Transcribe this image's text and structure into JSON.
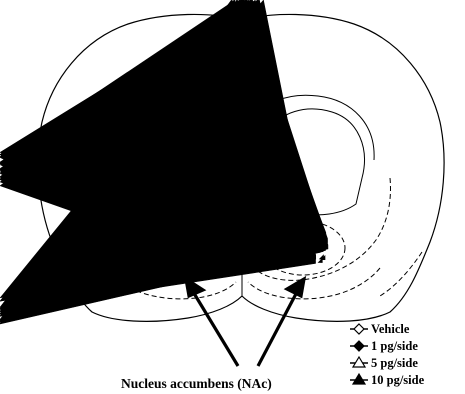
{
  "figure": {
    "caption": "Nucleus accumbens (NAc)",
    "legend": [
      {
        "label": "Vehicle",
        "marker": "open-diamond"
      },
      {
        "label": "1 pg/side",
        "marker": "filled-diamond"
      },
      {
        "label": "5 pg/side",
        "marker": "open-triangle"
      },
      {
        "label": "10 pg/side",
        "marker": "filled-triangle"
      }
    ],
    "colors": {
      "line": "#000000",
      "background": "#ffffff"
    }
  }
}
